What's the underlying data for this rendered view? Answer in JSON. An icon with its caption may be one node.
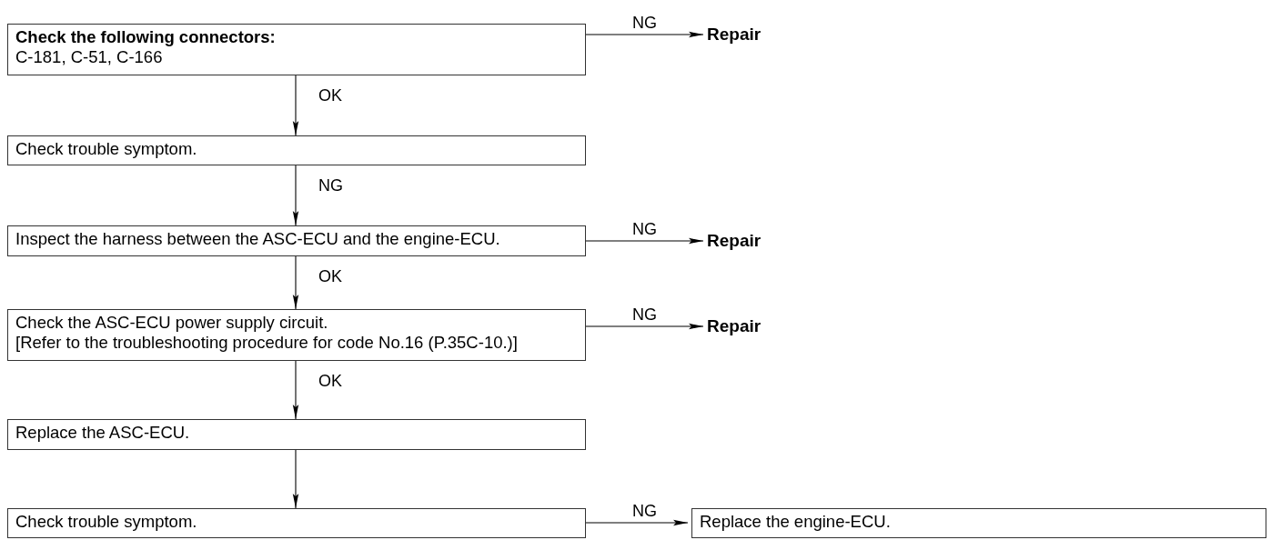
{
  "diagram": {
    "nodes": [
      {
        "text": [
          "Check the following connectors:",
          "C-181, C-51, C-166"
        ]
      },
      {
        "text": [
          "Repair"
        ]
      },
      {
        "text": [
          "Check trouble symptom."
        ]
      },
      {
        "text": [
          "Inspect the harness between the ASC-ECU and the engine-ECU."
        ]
      },
      {
        "text": [
          "Repair"
        ]
      },
      {
        "text": [
          "Check the ASC-ECU power supply circuit.",
          "[Refer to the troubleshooting procedure for code No.16 (P.35C-10.)]"
        ]
      },
      {
        "text": [
          "Repair"
        ]
      },
      {
        "text": [
          "Replace the ASC-ECU."
        ]
      },
      {
        "text": [
          "Check trouble symptom."
        ]
      },
      {
        "text": [
          "Replace the engine-ECU."
        ]
      }
    ],
    "edges": [
      {
        "from": 0,
        "to": 1,
        "arrow": "to",
        "label": "NG"
      },
      {
        "from": 0,
        "to": 2,
        "arrow": "to",
        "label": "OK"
      },
      {
        "from": 2,
        "to": 3,
        "arrow": "to",
        "label": "NG"
      },
      {
        "from": 3,
        "to": 4,
        "arrow": "to",
        "label": "NG"
      },
      {
        "from": 3,
        "to": 5,
        "arrow": "to",
        "label": "OK"
      },
      {
        "from": 5,
        "to": 6,
        "arrow": "to",
        "label": "NG"
      },
      {
        "from": 5,
        "to": 7,
        "arrow": "to",
        "label": "OK"
      },
      {
        "from": 7,
        "to": 8,
        "arrow": "to"
      },
      {
        "from": 8,
        "to": 9,
        "arrow": "to",
        "label": "NG"
      }
    ]
  }
}
